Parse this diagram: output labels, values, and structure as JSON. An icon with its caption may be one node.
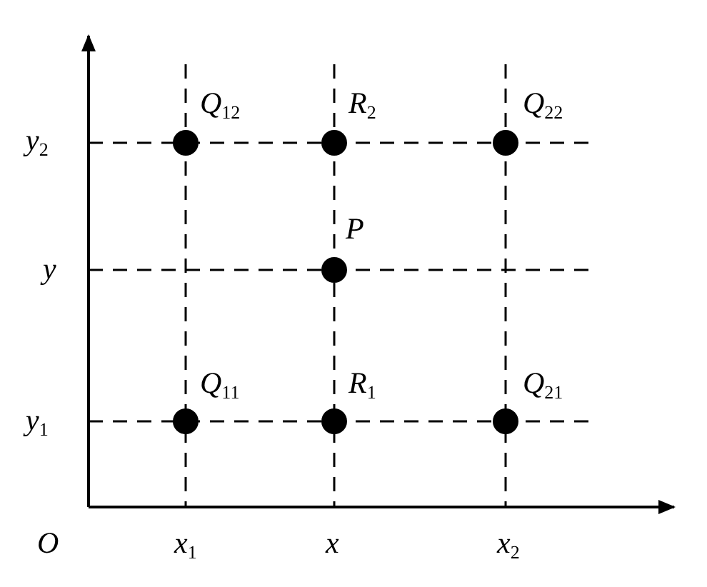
{
  "diagram": {
    "nodes": [
      {
        "text": [],
        "shape": "circle",
        "beside": [
          "*Q*$_{12}$"
        ]
      },
      {
        "text": [],
        "shape": "circle",
        "beside": [
          "*R*$_{2}$"
        ]
      },
      {
        "text": [],
        "shape": "circle",
        "beside": [
          "*Q*$_{22}$"
        ]
      },
      {
        "text": [],
        "shape": "circle",
        "beside": [
          "P"
        ]
      },
      {
        "text": [],
        "shape": "circle",
        "beside": [
          "*Q*$_{11}$"
        ]
      },
      {
        "text": [],
        "shape": "circle",
        "beside": [
          "*R*$_{1}$"
        ]
      },
      {
        "text": [],
        "shape": "circle",
        "beside": [
          "*Q*$_{21}$"
        ]
      }
    ],
    "labels": [
      "*y*$_{2}$",
      "y",
      "*y*$_{1}$",
      "O",
      "*x*$_{1}$",
      "x",
      "*x*$_{2}$"
    ]
  }
}
